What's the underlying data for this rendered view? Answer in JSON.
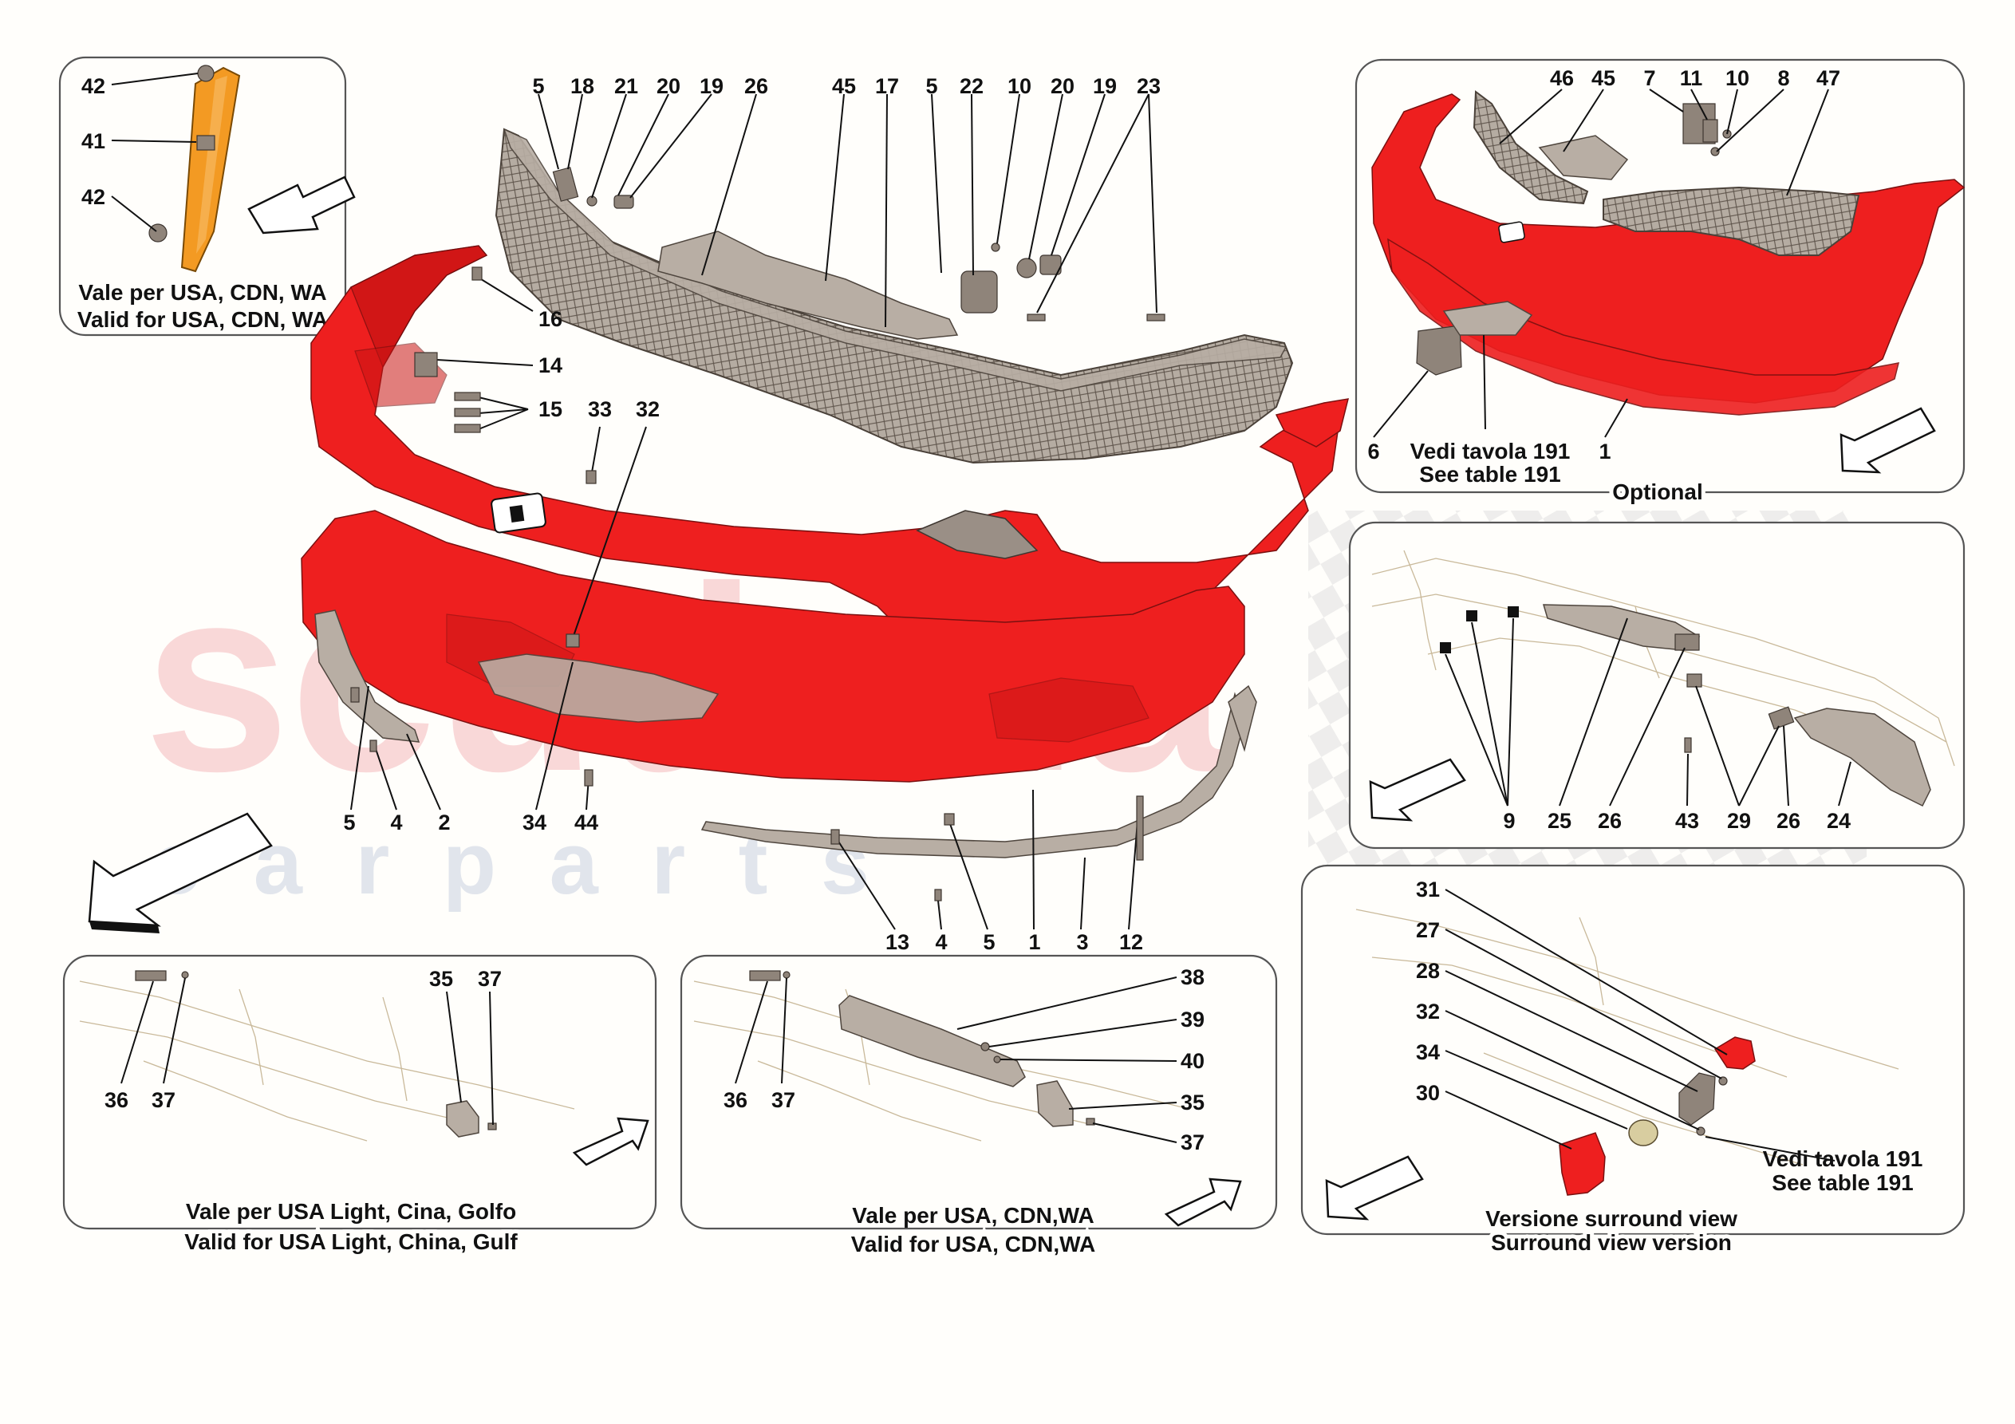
{
  "watermark": {
    "brand": "scuderia",
    "sub": "c a r   p a r t s",
    "color": "#f4b8bc"
  },
  "colors": {
    "body_red": "#ee1f1f",
    "mesh_grey": "#b8aea4",
    "side_marker_amber": "#f39a23",
    "label": "#111111"
  },
  "main_callouts": [
    "5",
    "18",
    "21",
    "20",
    "19",
    "26",
    "45",
    "17",
    "5",
    "22",
    "10",
    "20",
    "19",
    "23",
    "16",
    "14",
    "15",
    "33",
    "32",
    "5",
    "4",
    "2",
    "34",
    "44",
    "13",
    "4",
    "5",
    "1",
    "3",
    "12"
  ],
  "panels": {
    "side_marker": {
      "callouts": [
        "42",
        "41",
        "42"
      ],
      "caption_it": "Vale per USA, CDN, WA",
      "caption_en": "Valid for USA, CDN, WA"
    },
    "optional": {
      "callouts": [
        "46",
        "45",
        "7",
        "11",
        "10",
        "8",
        "47",
        "6",
        "1"
      ],
      "see_it": "Vedi tavola 191",
      "see_en": "See table 191",
      "caption": "Optional"
    },
    "grille_detail": {
      "callouts": [
        "9",
        "25",
        "26",
        "43",
        "29",
        "26",
        "24"
      ]
    },
    "surround_view": {
      "callouts": [
        "31",
        "27",
        "28",
        "32",
        "34",
        "30"
      ],
      "see_it": "Vedi tavola 191",
      "see_en": "See table 191",
      "caption_it": "Versione surround view",
      "caption_en": "Surround view version"
    },
    "usa_light": {
      "callouts": [
        "35",
        "37",
        "36",
        "37"
      ],
      "caption_it": "Vale per USA Light, Cina, Golfo",
      "caption_en": "Valid for USA Light, China, Gulf"
    },
    "usa_cdn_wa": {
      "callouts": [
        "38",
        "39",
        "40",
        "35",
        "37",
        "36",
        "37"
      ],
      "caption_it": "Vale per USA, CDN,WA",
      "caption_en": "Valid for USA, CDN,WA"
    }
  }
}
